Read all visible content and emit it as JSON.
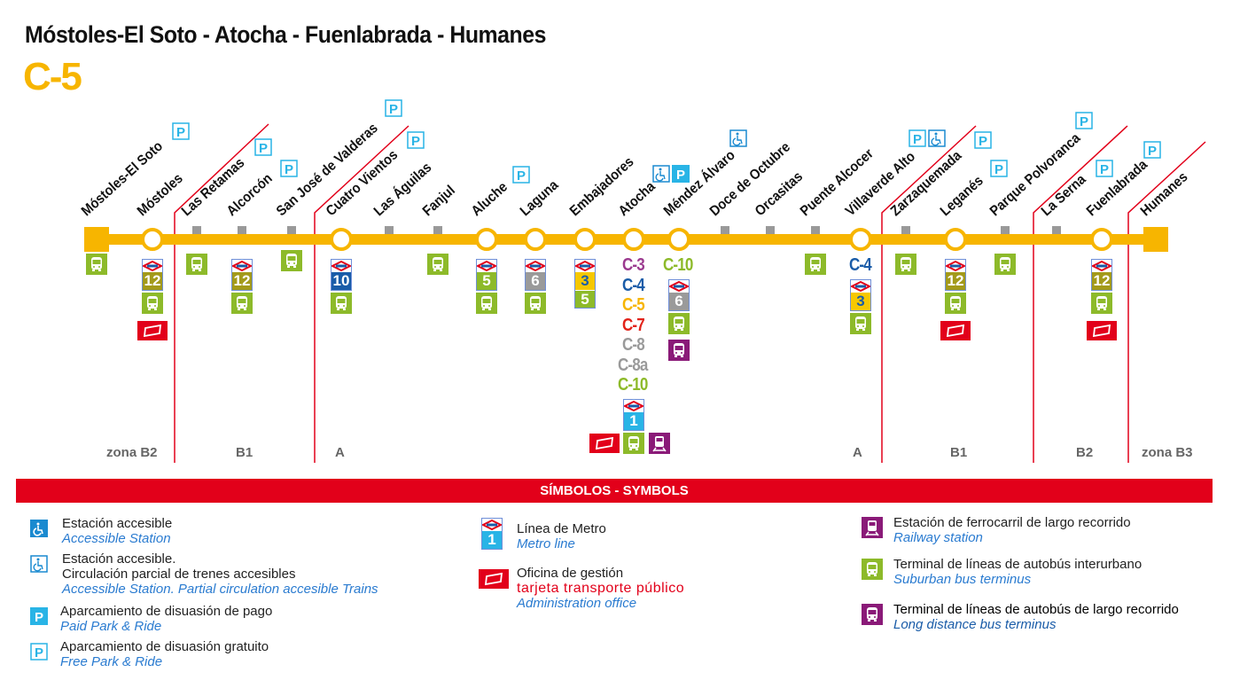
{
  "title": "Móstoles-El Soto - Atocha - Fuenlabrada - Humanes",
  "line": "C-5",
  "colors": {
    "line": "#f7b500",
    "zone": "#e2001a",
    "bus": "#8dba2a",
    "longbus": "#8a1a78",
    "office": "#e2001a",
    "parking": "#29b4e6"
  },
  "stations": [
    {
      "name": "Móstoles-El Soto",
      "type": "terminal",
      "above": [
        "free-parking"
      ],
      "below": [
        {
          "t": "bus"
        }
      ]
    },
    {
      "name": "Móstoles",
      "type": "interchange",
      "above": [],
      "below": [
        {
          "t": "metro",
          "n": "12",
          "c": "#a39a1a"
        },
        {
          "t": "bus"
        },
        {
          "t": "office"
        }
      ]
    },
    {
      "name": "Las Retamas",
      "type": "stop",
      "above": [
        "free-parking"
      ],
      "below": [
        {
          "t": "bus"
        }
      ]
    },
    {
      "name": "Alcorcón",
      "type": "stop",
      "above": [
        "free-parking"
      ],
      "below": [
        {
          "t": "metro",
          "n": "12",
          "c": "#a39a1a"
        },
        {
          "t": "bus"
        }
      ]
    },
    {
      "name": "San José de Valderas",
      "type": "stop",
      "above": [
        "free-parking"
      ],
      "below": [
        {
          "t": "bus"
        }
      ]
    },
    {
      "name": "Cuatro Vientos",
      "type": "interchange",
      "above": [
        "free-parking"
      ],
      "below": [
        {
          "t": "metro",
          "n": "10",
          "c": "#1a5ca8"
        },
        {
          "t": "bus"
        }
      ]
    },
    {
      "name": "Las Águilas",
      "type": "stop",
      "above": [],
      "below": []
    },
    {
      "name": "Fanjul",
      "type": "stop",
      "above": [],
      "below": [
        {
          "t": "bus"
        }
      ]
    },
    {
      "name": "Aluche",
      "type": "interchange",
      "above": [
        "free-parking"
      ],
      "below": [
        {
          "t": "metro",
          "n": "5",
          "c": "#8dba2a"
        },
        {
          "t": "bus"
        }
      ]
    },
    {
      "name": "Laguna",
      "type": "interchange",
      "above": [],
      "below": [
        {
          "t": "metro",
          "n": "6",
          "c": "#9a9a9a"
        },
        {
          "t": "bus"
        }
      ]
    },
    {
      "name": "Embajadores",
      "type": "interchange",
      "above": [],
      "below": [
        {
          "t": "metro2",
          "n": "3",
          "c": "#f6c800",
          "n2": "5",
          "c2": "#8dba2a"
        }
      ]
    },
    {
      "name": "Atocha",
      "type": "interchange",
      "above": [
        "partial-accessible",
        "paid-parking"
      ],
      "below": [
        {
          "t": "c",
          "n": "C-3",
          "c": "#9b3a8f"
        },
        {
          "t": "c",
          "n": "C-4",
          "c": "#1a5ca8"
        },
        {
          "t": "c",
          "n": "C-5",
          "c": "#f7b500"
        },
        {
          "t": "c",
          "n": "C-7",
          "c": "#e2231a"
        },
        {
          "t": "c",
          "n": "C-8",
          "c": "#9a9a9a"
        },
        {
          "t": "c",
          "n": "C-8a",
          "c": "#9a9a9a"
        },
        {
          "t": "c",
          "n": "C-10",
          "c": "#8dba2a"
        },
        {
          "t": "metro",
          "n": "1",
          "c": "#29b4e6"
        },
        {
          "t": "row"
        }
      ]
    },
    {
      "name": "Méndez Álvaro",
      "type": "interchange",
      "above": [
        "partial-accessible"
      ],
      "below": [
        {
          "t": "c",
          "n": "C-10",
          "c": "#8dba2a"
        },
        {
          "t": "metro",
          "n": "6",
          "c": "#9a9a9a"
        },
        {
          "t": "bus"
        },
        {
          "t": "longbus"
        }
      ]
    },
    {
      "name": "Doce de Octubre",
      "type": "stop",
      "above": [],
      "below": []
    },
    {
      "name": "Orcasitas",
      "type": "stop",
      "above": [],
      "below": []
    },
    {
      "name": "Puente Alcocer",
      "type": "stop",
      "above": [],
      "below": [
        {
          "t": "bus"
        }
      ]
    },
    {
      "name": "Villaverde Alto",
      "type": "interchange",
      "above": [
        "free-parking",
        "partial-accessible"
      ],
      "below": [
        {
          "t": "c",
          "n": "C-4",
          "c": "#1a5ca8"
        },
        {
          "t": "metro",
          "n": "3",
          "c": "#f6c800"
        },
        {
          "t": "bus"
        }
      ]
    },
    {
      "name": "Zarzaquemada",
      "type": "stop",
      "above": [
        "free-parking"
      ],
      "below": [
        {
          "t": "bus"
        }
      ]
    },
    {
      "name": "Leganés",
      "type": "interchange",
      "above": [
        "free-parking"
      ],
      "below": [
        {
          "t": "metro",
          "n": "12",
          "c": "#a39a1a"
        },
        {
          "t": "bus"
        },
        {
          "t": "office"
        }
      ]
    },
    {
      "name": "Parque Polvoranca",
      "type": "stop",
      "above": [
        "free-parking"
      ],
      "below": [
        {
          "t": "bus"
        }
      ]
    },
    {
      "name": "La Serna",
      "type": "stop",
      "above": [
        "free-parking"
      ],
      "below": []
    },
    {
      "name": "Fuenlabrada",
      "type": "interchange",
      "above": [
        "free-parking"
      ],
      "below": [
        {
          "t": "metro",
          "n": "12",
          "c": "#a39a1a"
        },
        {
          "t": "bus"
        },
        {
          "t": "office"
        }
      ]
    },
    {
      "name": "Humanes",
      "type": "terminal",
      "above": [],
      "below": []
    }
  ],
  "zones": [
    "zona B2",
    "B1",
    "A",
    "A",
    "B1",
    "B2",
    "zona B3"
  ],
  "symbols": {
    "header": "SÍMBOLOS - SYMBOLS",
    "accessible": {
      "es": "Estación accesible",
      "en": "Accessible Station"
    },
    "partial": {
      "es1": "Estación accesible.",
      "es2": "Circulación parcial de trenes accesibles",
      "en": "Accessible Station. Partial circulation accesible Trains"
    },
    "paid": {
      "es": "Aparcamiento de disuasión de pago",
      "en": "Paid Park & Ride"
    },
    "free": {
      "es": "Aparcamiento de disuasión gratuito",
      "en": "Free Park & Ride"
    },
    "metro": {
      "n": "1",
      "es": "Línea de Metro",
      "en": "Metro line"
    },
    "office": {
      "es": "Oficina de gestión",
      "red": "tarjeta transporte público",
      "en": "Administration office"
    },
    "rail": {
      "es": "Estación de ferrocarril de largo recorrido",
      "en": "Railway station"
    },
    "bus": {
      "es": "Terminal de líneas de autobús interurbano",
      "en": "Suburban bus terminus"
    },
    "longbus": {
      "es": "Terminal de líneas de autobús de largo recorrido",
      "en": "Long distance bus terminus"
    }
  }
}
